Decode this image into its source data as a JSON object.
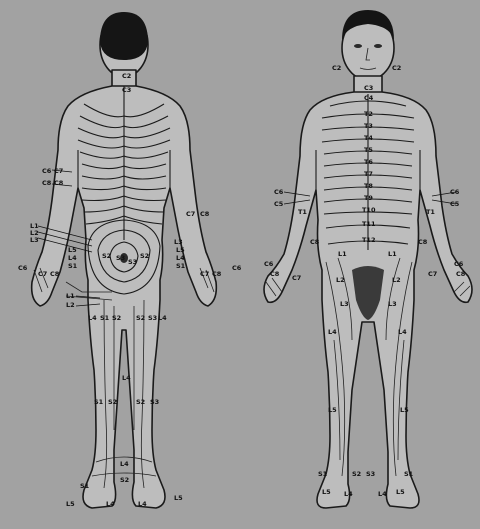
{
  "colors": {
    "background": "#a2a2a2",
    "skin": "#bdbdbd",
    "ink": "#1a1a1a"
  },
  "posterior": {
    "labels": {
      "c2": "C2",
      "c3": "C3",
      "c6": "C6",
      "c7": "C7",
      "c8": "C8",
      "c8b": "C8",
      "c7r": "C7",
      "c8r": "C8",
      "l1": "L1",
      "l2": "L2",
      "l3": "L3",
      "l5": "L5",
      "l4": "L4",
      "s1": "S1",
      "s2": "S2",
      "s3": "S3",
      "l3r": "L3",
      "l5r": "L5",
      "l4r": "L4",
      "s1r": "S1",
      "s2r": "S2",
      "s3r": "S3",
      "c6hl": "C6",
      "c6hr": "C6",
      "c7hl": "C7",
      "c8hl": "C8",
      "c7hr": "C7",
      "c8hr": "C8",
      "l1m": "L1",
      "l2m": "L2",
      "l4k": "L4",
      "s1k": "S1",
      "s2k": "S2",
      "s2kr": "S2",
      "s3kr": "S3",
      "l4kr": "L4",
      "l4leg": "L4",
      "s1leg": "S1",
      "s2leg": "S2",
      "s2legr": "S2",
      "s3legr": "S3",
      "l4a": "L4",
      "s2a": "S2",
      "s1f": "S1",
      "l5f": "L5",
      "l4f": "L4",
      "l5fr": "L5",
      "l4fr": "L4"
    }
  },
  "anterior": {
    "labels": {
      "c2l": "C2",
      "c2r": "C2",
      "c3": "C3",
      "c4": "C4",
      "t2": "T2",
      "t3": "T3",
      "t4": "T4",
      "t5": "T5",
      "t6": "T6",
      "t7": "T7",
      "t8": "T8",
      "t9": "T9",
      "t10": "T10",
      "t11": "T11",
      "t12": "T12",
      "c6l": "C6",
      "c5l": "C5",
      "t1l": "T1",
      "c6r": "C6",
      "c5r": "C5",
      "t1r": "T1",
      "c8l": "C8",
      "c8r": "C8",
      "c6hl": "C6",
      "c7hl": "C7",
      "c6hr": "C6",
      "c7hr": "C7",
      "c8hl": "C8",
      "c8hr": "C8",
      "l1l": "L1",
      "l1r": "L1",
      "l2l": "L2",
      "l2r": "L2",
      "l3l": "L3",
      "l3r": "L3",
      "l4l": "L4",
      "l4r": "L4",
      "l5l": "L5",
      "l5r": "L5",
      "s1l": "S1",
      "s2l": "S2",
      "s3": "S3",
      "s1r": "S1",
      "l5fl": "L5",
      "l4fl": "L4",
      "l4fr": "L4",
      "l5fr": "L5"
    }
  }
}
